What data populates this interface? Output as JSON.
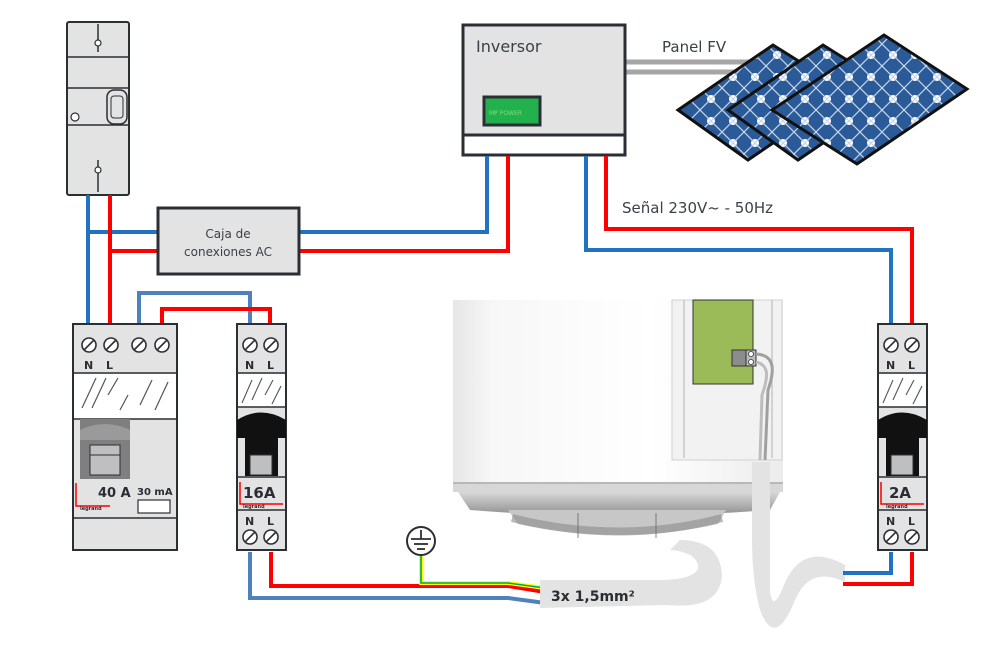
{
  "title": "Esquema de conexión inversor fotovoltaico a termo eléctrico",
  "components": {
    "inverter": {
      "label": "Inversor",
      "display_text": "MP POWER",
      "display_color": "#22b14c"
    },
    "solar_panel": {
      "label": "Panel FV",
      "count": 3,
      "cell_color": "#2a5a97"
    },
    "junction_box": {
      "label_line1": "Caja de",
      "label_line2": "conexiones AC"
    },
    "meter": {
      "label": ""
    },
    "differential_breaker": {
      "rating": "40 A",
      "sensitivity": "30 mA",
      "brand": "legrand",
      "terminals": [
        "N",
        "L"
      ]
    },
    "breaker_16a": {
      "rating": "16A",
      "brand": "legrand",
      "terminals_top": [
        "N",
        "L"
      ],
      "terminals_bottom": [
        "N",
        "L"
      ]
    },
    "breaker_2a": {
      "rating": "2A",
      "brand": "legrand",
      "terminals_top": [
        "N",
        "L"
      ],
      "terminals_bottom": [
        "N",
        "L"
      ]
    },
    "water_heater": {
      "control_board_color": "#9bbb59"
    },
    "ground": {
      "symbol": "earth-ground"
    }
  },
  "labels": {
    "signal": "Señal 230V~ - 50Hz",
    "cable": "3x 1,5mm²"
  },
  "wire_colors": {
    "neutral": "#1f73c2",
    "neutral_light": "#4f81bd",
    "phase": "#ff0000",
    "earth_green": "#00a651",
    "earth_yellow": "#ffff00",
    "dc_cable": "#a6a6a6"
  }
}
